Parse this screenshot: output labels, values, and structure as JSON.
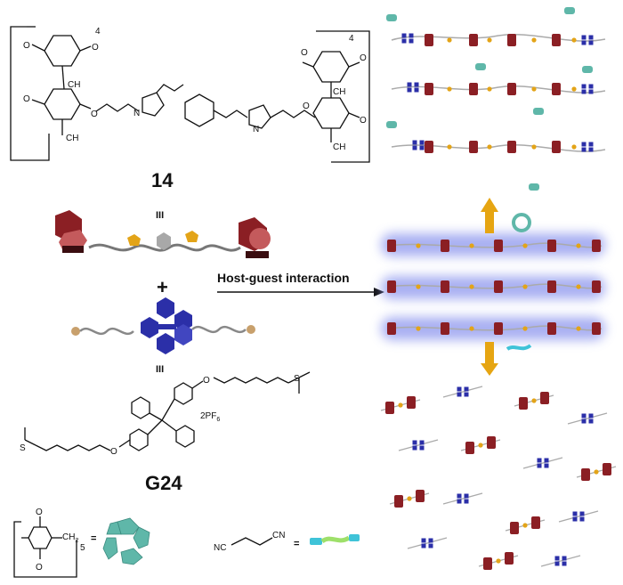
{
  "labels": {
    "compound_14": "14",
    "compound_g24": "G24",
    "interaction": "Host-guest interaction",
    "plus": "+",
    "equals_a": "=",
    "equals_b": "=",
    "equiv_a": "III",
    "equiv_b": "III"
  },
  "chem": {
    "ch2": "CH",
    "sub2": "2",
    "o": "O",
    "n": "N",
    "sub4": "4",
    "sub5": "5",
    "pf6": "2PF",
    "pf6_sub": "6",
    "nc": "NC",
    "cn": "CN",
    "s": "S"
  },
  "colors": {
    "pillar_host": "#8b1f24",
    "pillar_host_light": "#c45a5c",
    "guest_tpe": "#2b2fa8",
    "pentagon": "#e3a418",
    "glow": "#8d96ee",
    "arrow": "#e6a512",
    "cyan_ring": "#5fb7a9",
    "succinonitrile": "#3fc3d8"
  }
}
